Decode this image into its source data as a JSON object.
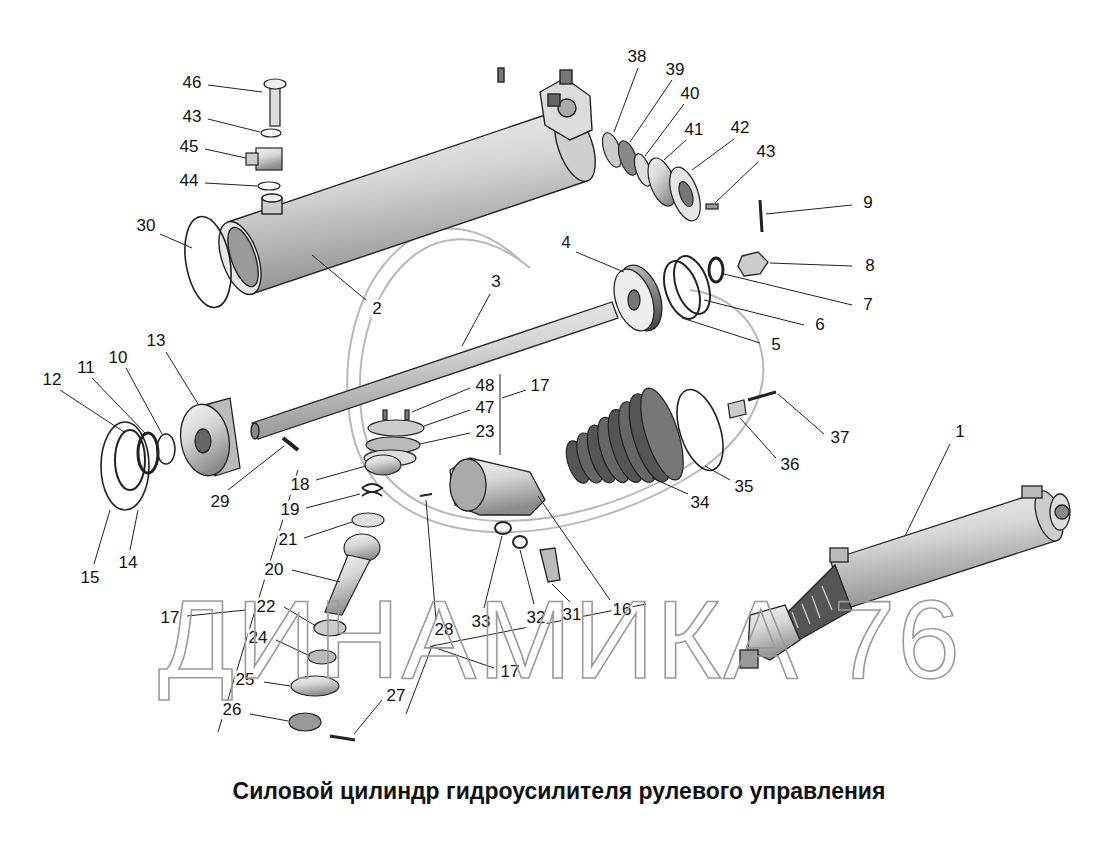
{
  "diagram": {
    "title": "Силовой цилиндр гидроусилителя рулевого управления",
    "labels": [
      "46",
      "38",
      "39",
      "40",
      "43",
      "41",
      "42",
      "45",
      "43",
      "44",
      "9",
      "30",
      "8",
      "4",
      "2",
      "3",
      "7",
      "6",
      "5",
      "13",
      "48",
      "17",
      "47",
      "1",
      "11",
      "12",
      "10",
      "23",
      "37",
      "29",
      "36",
      "18",
      "35",
      "34",
      "19",
      "21",
      "16",
      "20",
      "17",
      "22",
      "28",
      "33",
      "32",
      "31",
      "17",
      "24",
      "25",
      "27",
      "26",
      "15",
      "14",
      "ДИНАМИКА 76"
    ]
  }
}
